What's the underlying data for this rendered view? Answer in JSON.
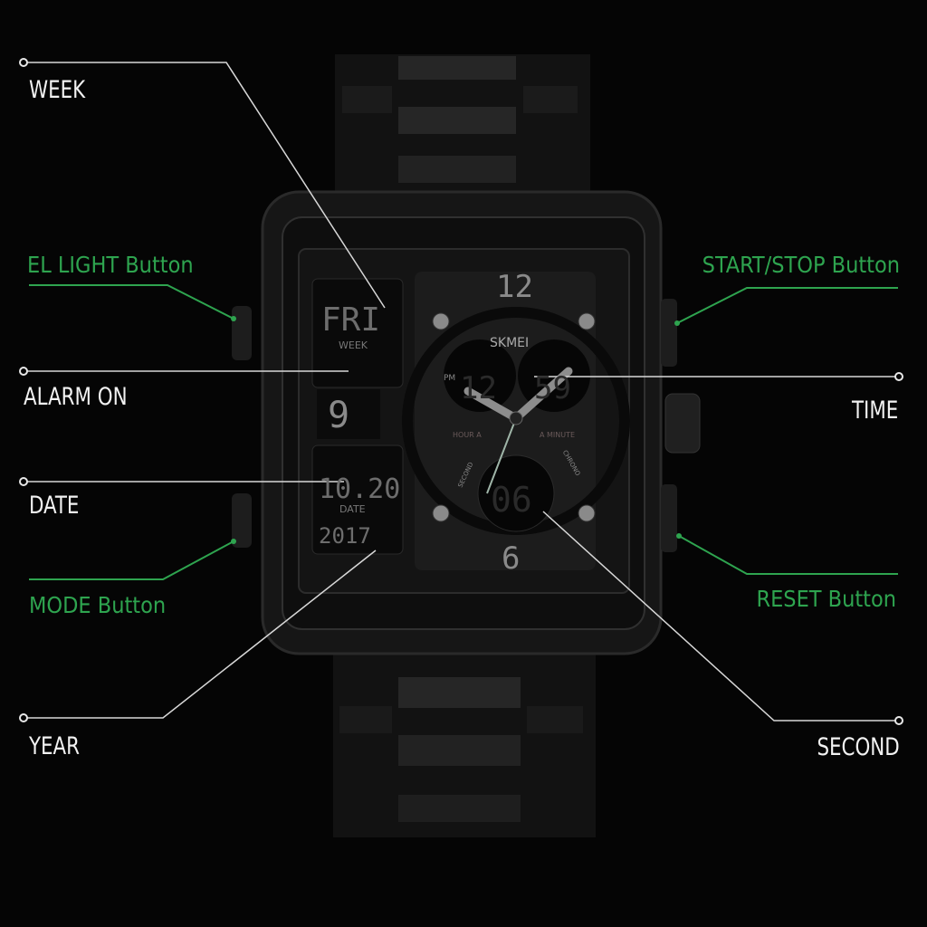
{
  "callouts": {
    "week": "WEEK",
    "el_light": "EL LIGHT Button",
    "alarm_on": "ALARM ON",
    "date": "DATE",
    "mode": "MODE Button",
    "year": "YEAR",
    "start_stop": "START/STOP Button",
    "time": "TIME",
    "reset": "RESET Button",
    "second": "SECOND"
  },
  "watch": {
    "brand": "SKMEI",
    "week_display": "FRI",
    "week_caption": "WEEK",
    "date_display": "10.20",
    "date_caption": "DATE",
    "year_display": "2017",
    "hour_display": "12",
    "pm_indicator": "PM",
    "minute_display": "59",
    "second_display": "06",
    "hour_caption": "HOUR A",
    "minute_caption": "A MINUTE",
    "second_caption": "SECOND",
    "chrono_caption": "CHRONO",
    "numeral_12": "12",
    "numeral_9": "9",
    "numeral_6": "6"
  },
  "colors": {
    "button_label": "#2ea44f",
    "label": "#f2f2f2",
    "background": "#050505"
  }
}
